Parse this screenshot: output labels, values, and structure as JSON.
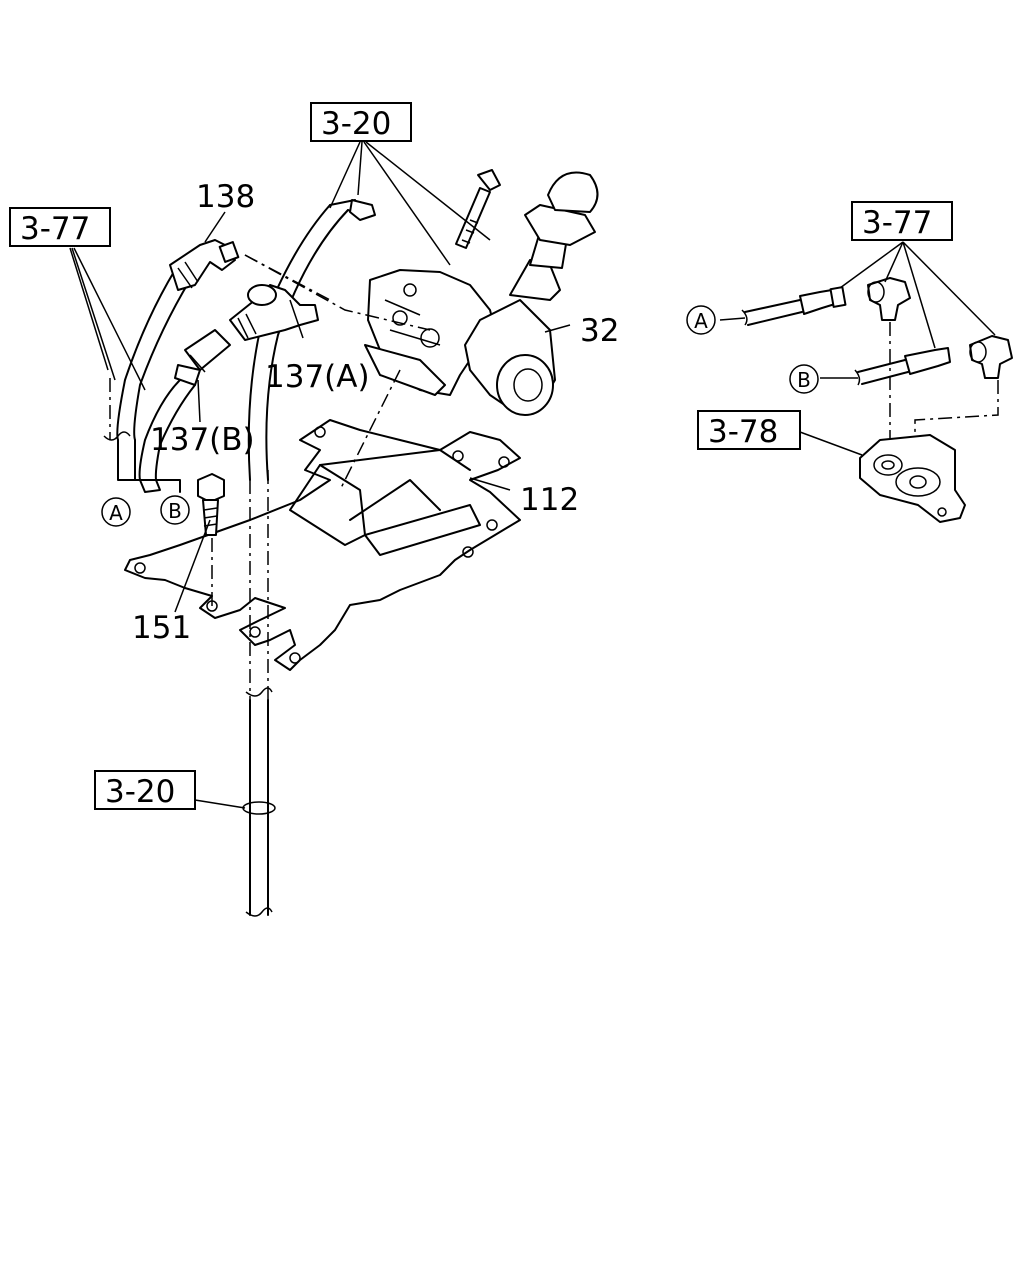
{
  "refs": {
    "ref_3_20_top": "3-20",
    "ref_3_77_left": "3-77",
    "ref_3_77_right": "3-77",
    "ref_3_78": "3-78",
    "ref_3_20_bottom": "3-20"
  },
  "parts": {
    "p138": "138",
    "p137a": "137(A)",
    "p137b": "137(B)",
    "p32": "32",
    "p112": "112",
    "p151": "151"
  },
  "markers": {
    "a_left": "A",
    "b_left": "B",
    "a_right": "A",
    "b_right": "B"
  }
}
